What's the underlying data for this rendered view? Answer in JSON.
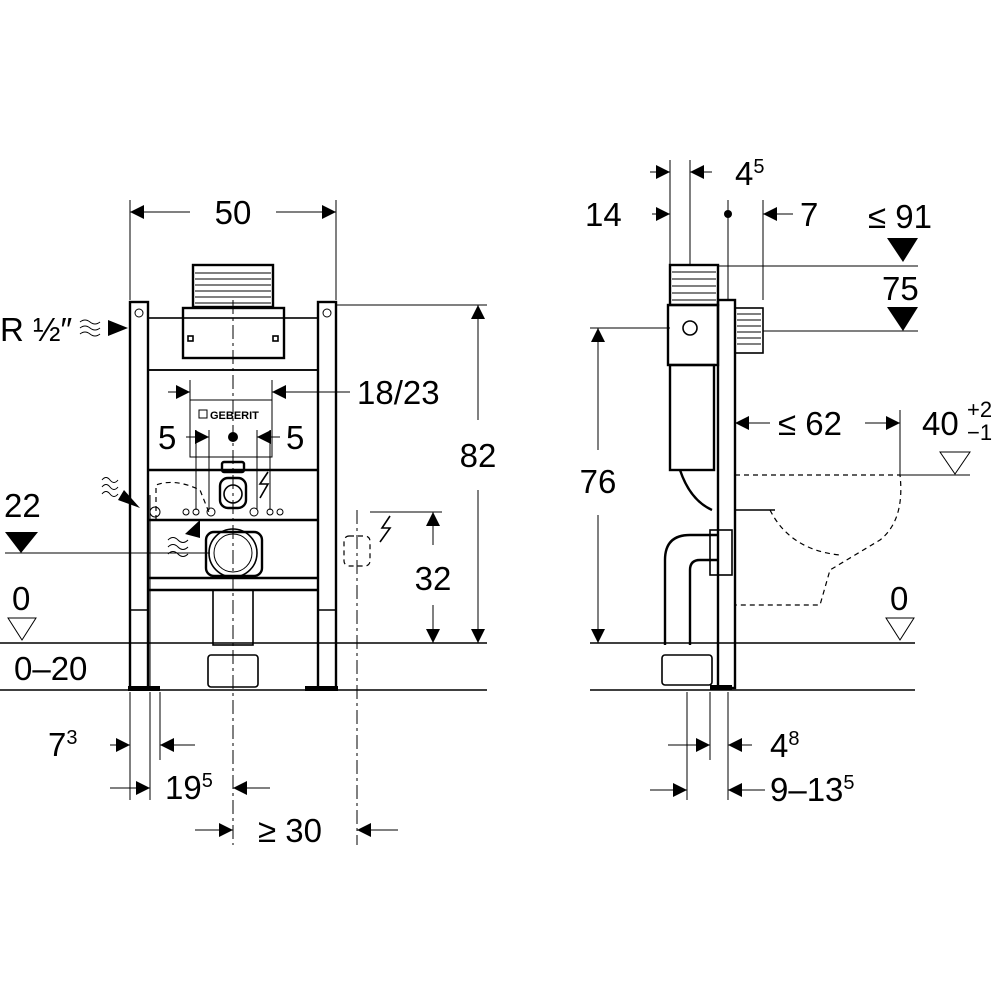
{
  "front_view": {
    "width": "50",
    "height": "82",
    "flush_plate": "18/23",
    "button_left": "5",
    "button_right": "5",
    "drain_height": "32",
    "water_supply_level": "22",
    "supply_thread": "R ½″",
    "floor_level": "0",
    "floor_range": "0–20",
    "post_offset": {
      "base": "7",
      "sup": "3"
    },
    "drain_offset": {
      "base": "19",
      "sup": "5"
    },
    "power_distance": "≥ 30",
    "brand": "GEBERIT"
  },
  "side_view": {
    "depth_top": {
      "base": "4",
      "sup": "5"
    },
    "depth_14": "14",
    "depth_7": "7",
    "max_height": "≤ 91",
    "height_75": "75",
    "height_76": "76",
    "bowl_projection": "≤ 62",
    "seat_height": "40",
    "seat_tol_plus": "+2",
    "seat_tol_minus": "−1",
    "floor_level": "0",
    "bottom_4_8": {
      "base": "4",
      "sup": "8"
    },
    "bottom_range": {
      "base": "9–13",
      "sup": "5"
    }
  }
}
